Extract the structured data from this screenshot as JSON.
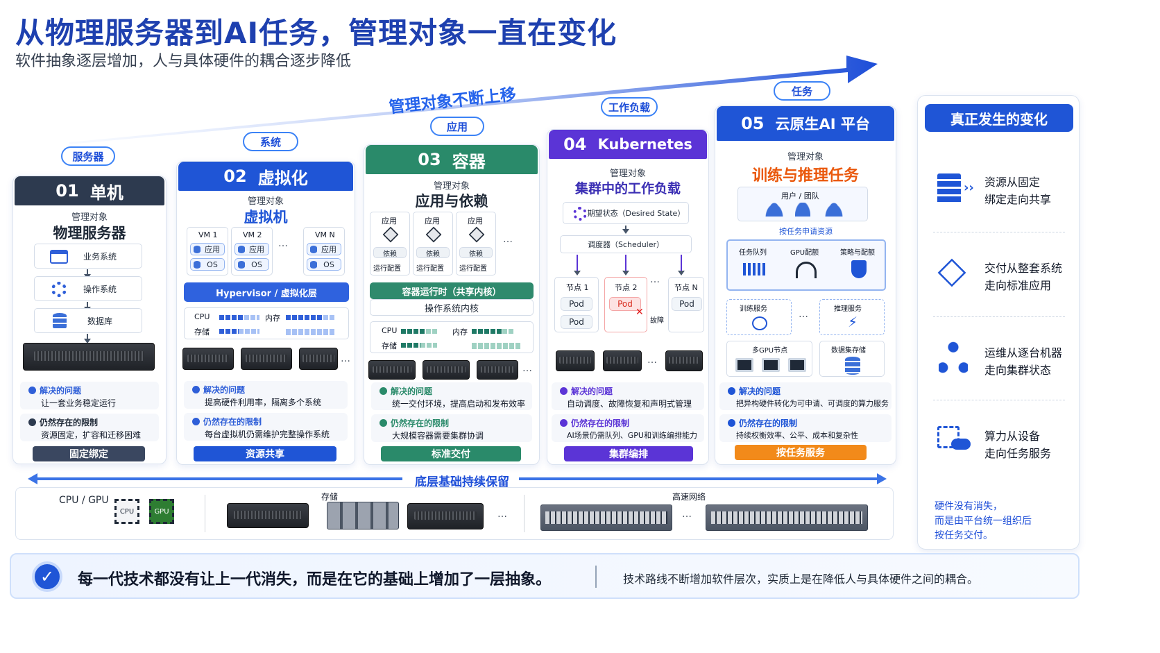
{
  "title": "从物理服务器到AI任务，管理对象一直在变化",
  "subtitle": "软件抽象逐层增加，人与具体硬件的耦合逐步降低",
  "rise_label": "管理对象不断上移",
  "colors": {
    "c1": "#2d3a4f",
    "c2": "#1f55d6",
    "c3": "#2a8a6a",
    "c4": "#5b34d6",
    "c5": "#1f55d6",
    "orange": "#f28a1a"
  },
  "pills": [
    "服务器",
    "系统",
    "应用",
    "工作负载",
    "任务"
  ],
  "mo_label": "管理对象",
  "solved_h": "解决的问题",
  "limit_h": "仍然存在的限制",
  "col1": {
    "num": "01",
    "name": "单机",
    "obj": "物理服务器",
    "layers": [
      "业务系统",
      "操作系统",
      "数据库"
    ],
    "solved": "让一套业务稳定运行",
    "limit": "资源固定，扩容和迁移困难",
    "tag": "固定绑定"
  },
  "col2": {
    "num": "02",
    "name": "虚拟化",
    "obj": "虚拟机",
    "vms": [
      {
        "name": "VM 1",
        "app": "应用",
        "os": "OS"
      },
      {
        "name": "VM 2",
        "app": "应用",
        "os": "OS"
      },
      {
        "name": "VM N",
        "app": "应用",
        "os": "OS"
      }
    ],
    "hypervisor": "Hypervisor / 虚拟化层",
    "cpu": "CPU",
    "mem": "内存",
    "storage": "存储",
    "solved": "提高硬件利用率，隔离多个系统",
    "limit": "每台虚拟机仍需维护完整操作系统",
    "tag": "资源共享"
  },
  "col3": {
    "num": "03",
    "name": "容器",
    "obj": "应用与依赖",
    "containers": [
      {
        "app": "应用",
        "dep": "依赖",
        "cfg": "运行配置"
      },
      {
        "app": "应用",
        "dep": "依赖",
        "cfg": "运行配置"
      },
      {
        "app": "应用",
        "dep": "依赖",
        "cfg": "运行配置"
      }
    ],
    "runtime": "容器运行时（共享内核）",
    "kernel": "操作系统内核",
    "cpu": "CPU",
    "mem": "内存",
    "storage": "存储",
    "solved": "统一交付环境，提高启动和发布效率",
    "limit": "大规模容器需要集群协调",
    "tag": "标准交付"
  },
  "col4": {
    "num": "04",
    "name": "Kubernetes",
    "obj": "集群中的工作负载",
    "desired": "期望状态（Desired State）",
    "scheduler": "调度器（Scheduler）",
    "nodes": [
      {
        "name": "节点 1",
        "pods": [
          "Pod",
          "Pod"
        ]
      },
      {
        "name": "节点 2",
        "pods": [
          "Pod"
        ]
      },
      {
        "name": "节点 N",
        "pods": [
          "Pod"
        ]
      }
    ],
    "failure": "故障",
    "solved": "自动调度、故障恢复和声明式管理",
    "limit": "AI场景仍需队列、GPU和训练编排能力",
    "tag": "集群编排"
  },
  "col5": {
    "num": "05",
    "name": "云原生AI 平台",
    "obj": "训练与推理任务",
    "users": "用户 / 团队",
    "apply": "按任务申请资源",
    "queue": "任务队列",
    "gpu_cfg": "GPU配额",
    "policy": "策略与配额",
    "train": "训练服务",
    "infer": "推理服务",
    "multi_gpu": "多GPU节点",
    "data": "数据集存储",
    "solved": "把异构硬件转化为可申请、可调度的算力服务",
    "limit": "持续权衡效率、公平、成本和复杂性",
    "tag": "按任务服务"
  },
  "base": {
    "label": "底层基础持续保留",
    "cpu_gpu": "CPU / GPU",
    "cpu": "CPU",
    "gpu": "GPU",
    "storage": "存储",
    "network": "高速网络"
  },
  "right": {
    "title": "真正发生的变化",
    "items": [
      {
        "icon": "server-stack-icon",
        "text": "资源从固定\n绑定走向共享"
      },
      {
        "icon": "cube-icon",
        "text": "交付从整套系统\n走向标准应用"
      },
      {
        "icon": "org-nodes-icon",
        "text": "运维从逐台机器\n走向集群状态"
      },
      {
        "icon": "chip-cloud-icon",
        "text": "算力从设备\n走向任务服务"
      }
    ],
    "note": "硬件没有消失，\n而是由平台统一组织后\n按任务交付。"
  },
  "banner": {
    "main": "每一代技术都没有让上一代消失，而是在它的基础上增加了一层抽象。",
    "side": "技术路线不断增加软件层次，实质上是在降低人与具体硬件之间的耦合。"
  },
  "ellipsis": "…"
}
